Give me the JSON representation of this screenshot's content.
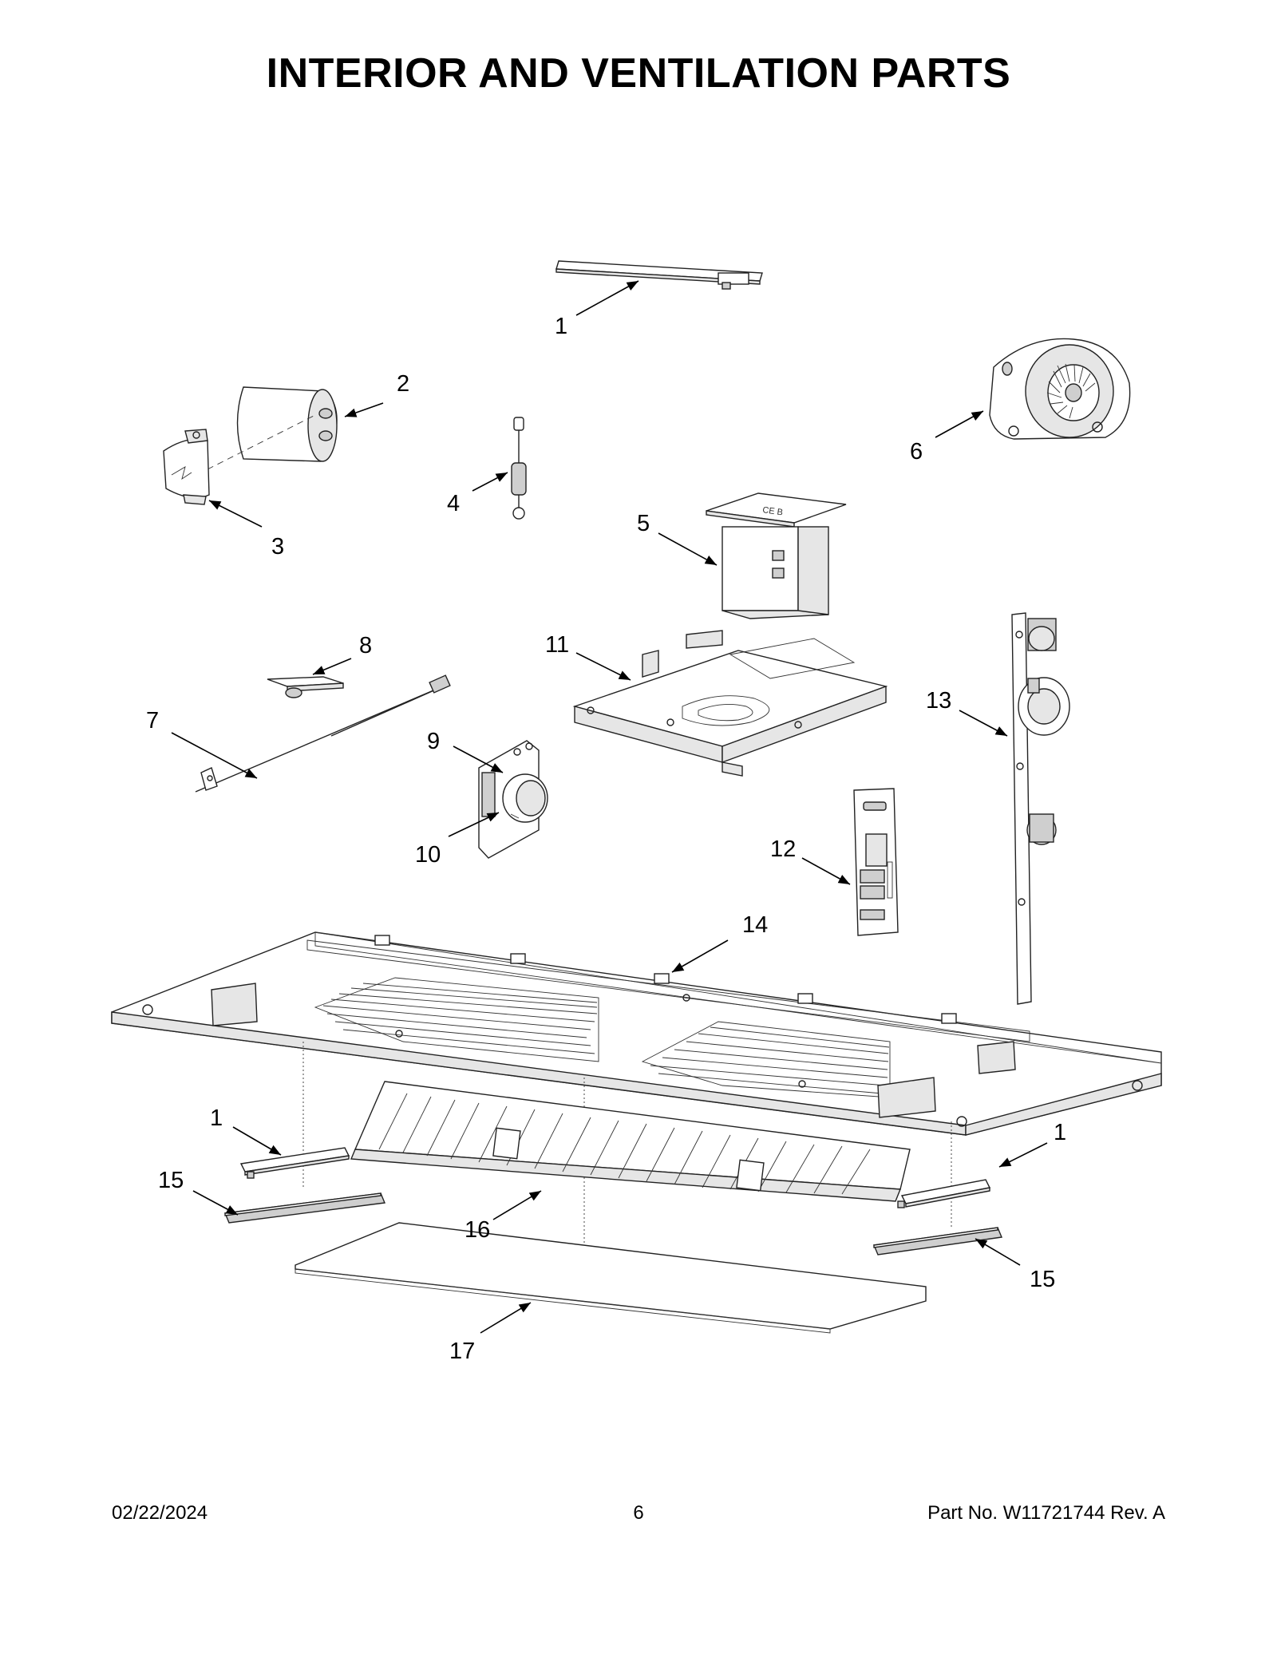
{
  "title": "INTERIOR AND VENTILATION PARTS",
  "footer": {
    "date": "02/22/2024",
    "page": "6",
    "part_number": "Part No.  W11721744  Rev.  A"
  },
  "callouts": [
    {
      "id": "c1a",
      "label": "1"
    },
    {
      "id": "c2",
      "label": "2"
    },
    {
      "id": "c3",
      "label": "3"
    },
    {
      "id": "c4",
      "label": "4"
    },
    {
      "id": "c5",
      "label": "5"
    },
    {
      "id": "c6",
      "label": "6"
    },
    {
      "id": "c7",
      "label": "7"
    },
    {
      "id": "c8",
      "label": "8"
    },
    {
      "id": "c9",
      "label": "9"
    },
    {
      "id": "c10",
      "label": "10"
    },
    {
      "id": "c11",
      "label": "11"
    },
    {
      "id": "c12",
      "label": "12"
    },
    {
      "id": "c13",
      "label": "13"
    },
    {
      "id": "c14",
      "label": "14"
    },
    {
      "id": "c1b",
      "label": "1"
    },
    {
      "id": "c15a",
      "label": "15"
    },
    {
      "id": "c16",
      "label": "16"
    },
    {
      "id": "c1c",
      "label": "1"
    },
    {
      "id": "c15b",
      "label": "15"
    },
    {
      "id": "c17",
      "label": "17"
    }
  ]
}
